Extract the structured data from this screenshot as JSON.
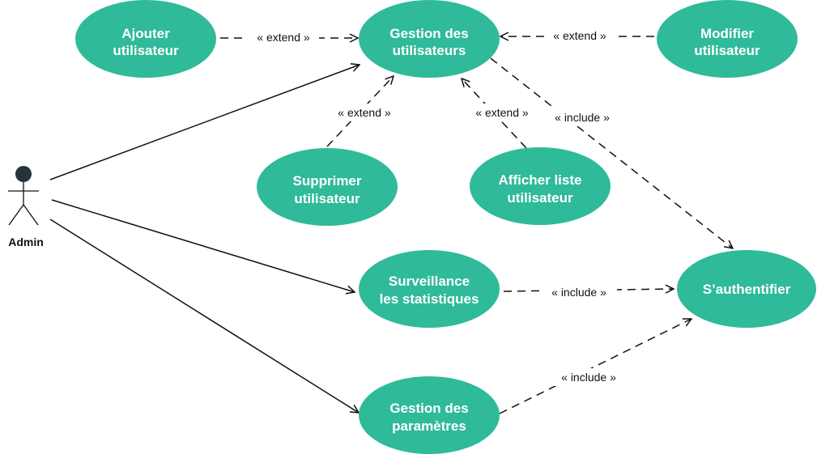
{
  "colors": {
    "usecase_fill": "#2fba9a",
    "usecase_text": "#ffffff",
    "line": "#111111",
    "actor_head": "#26333a",
    "background": "#ffffff"
  },
  "actor": {
    "name": "Admin"
  },
  "use_cases": {
    "ajouter": [
      "Ajouter",
      "utilisateur"
    ],
    "gestion_utilisateurs": [
      "Gestion des",
      "utilisateurs"
    ],
    "modifier": [
      "Modifier",
      "utilisateur"
    ],
    "supprimer": [
      "Supprimer",
      "utilisateur"
    ],
    "afficher": [
      "Afficher liste",
      "utilisateur"
    ],
    "surveillance": [
      "Surveillance",
      "les statistiques"
    ],
    "authentifier": [
      "S’authentifier"
    ],
    "parametres": [
      "Gestion des",
      "paramètres"
    ]
  },
  "relationships": {
    "extend_ajouter": "« extend »",
    "extend_modifier": "« extend »",
    "extend_supprimer": "« extend »",
    "extend_afficher": "« extend »",
    "include_gestion_auth": "« include »",
    "include_surveillance_auth": "« include »",
    "include_parametres_auth": "« include »"
  }
}
